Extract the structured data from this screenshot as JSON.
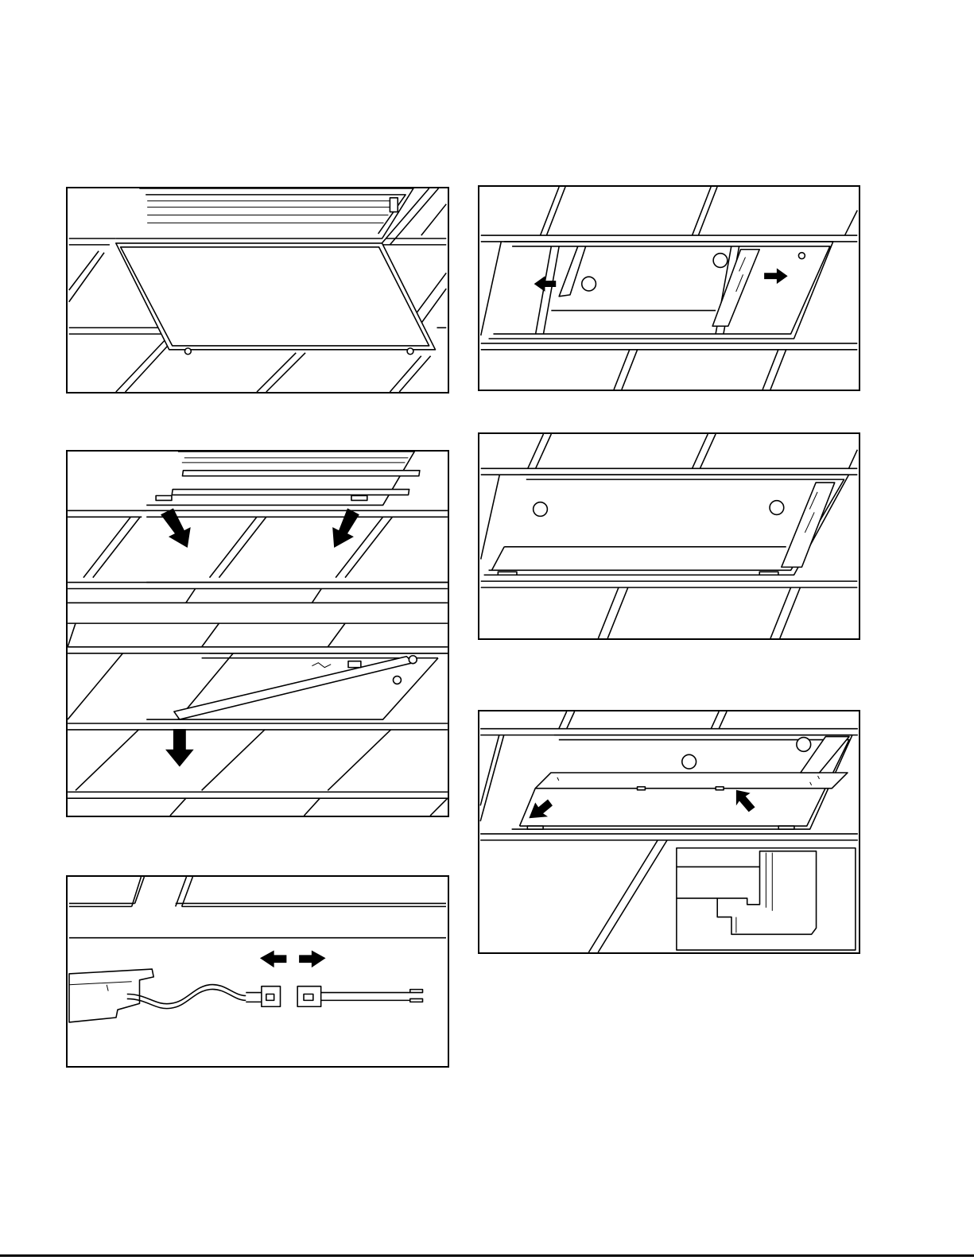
{
  "figures": [
    {
      "id": "fig1",
      "description_name": "troffer-lens-door-panel"
    },
    {
      "id": "fig2",
      "description_name": "lamp-and-cover-removal-panel"
    },
    {
      "id": "fig3",
      "description_name": "wire-connector-disconnect-panel"
    },
    {
      "id": "fig4",
      "description_name": "reflector-sliding-panel"
    },
    {
      "id": "fig5",
      "description_name": "reflector-installed-panel"
    },
    {
      "id": "fig6",
      "description_name": "retrofit-plate-install-panel"
    }
  ],
  "colors": {
    "line": "#000000",
    "background": "#ffffff"
  }
}
